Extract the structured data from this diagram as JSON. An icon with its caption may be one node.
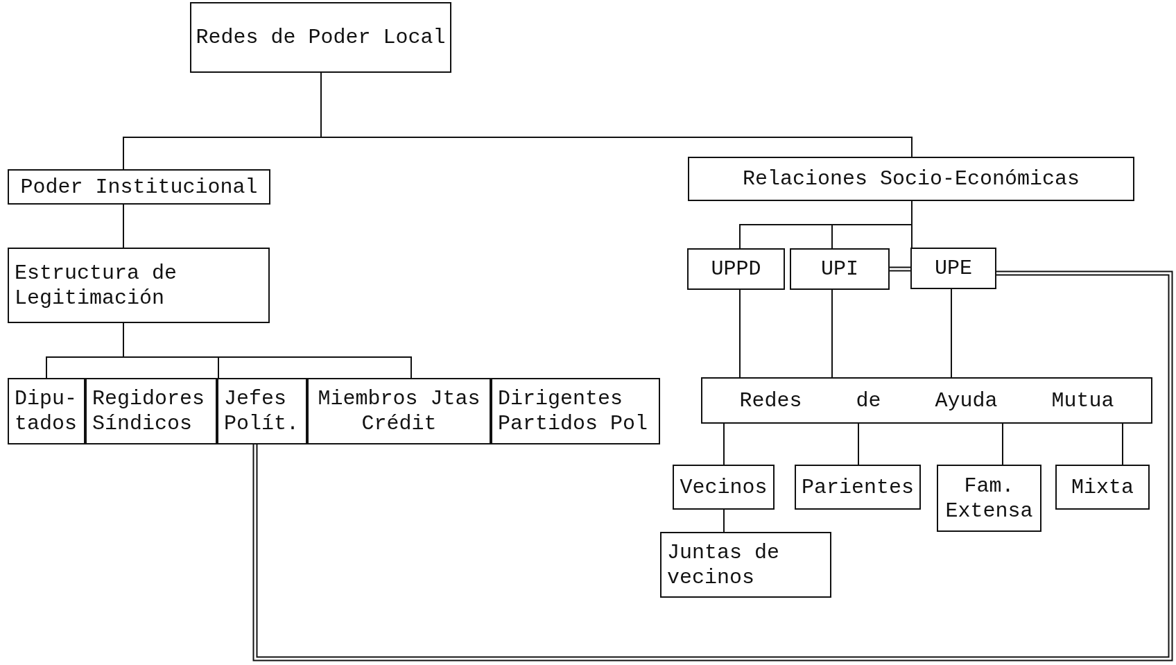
{
  "diagram": {
    "nodes": [
      {
        "text": [
          "Redes de Poder Local"
        ]
      },
      {
        "text": [
          "Poder Institucional"
        ]
      },
      {
        "text": [
          "Relaciones Socio-Económicas"
        ]
      },
      {
        "text": [
          "Estructura de Legitimación"
        ]
      },
      {
        "text": [
          "Dipu- tados"
        ]
      },
      {
        "text": [
          "Regidores Síndicos"
        ]
      },
      {
        "text": [
          "Jefes Polít."
        ]
      },
      {
        "text": [
          "Miembros Jtas Crédit"
        ]
      },
      {
        "text": [
          "Dirigentes Partidos Pol"
        ]
      },
      {
        "text": [
          "UPPD"
        ]
      },
      {
        "text": [
          "UPI"
        ]
      },
      {
        "text": [
          "UPE"
        ]
      },
      {
        "text": [
          "Redes de Ayuda Mutua"
        ]
      },
      {
        "text": [
          "Vecinos"
        ]
      },
      {
        "text": [
          "Parientes"
        ]
      },
      {
        "text": [
          "Fam. Extensa"
        ]
      },
      {
        "text": [
          "Mixta"
        ]
      },
      {
        "text": [
          "Juntas de vecinos"
        ]
      }
    ],
    "edges": [
      {
        "from": 0,
        "to": 1,
        "arrow": "none"
      },
      {
        "from": 0,
        "to": 2,
        "arrow": "none"
      },
      {
        "from": 1,
        "to": 3,
        "arrow": "none"
      },
      {
        "from": 3,
        "to": 4,
        "arrow": "none"
      },
      {
        "from": 3,
        "to": 6,
        "arrow": "none"
      },
      {
        "from": 3,
        "to": 7,
        "arrow": "none"
      },
      {
        "from": 2,
        "to": 9,
        "arrow": "none"
      },
      {
        "from": 2,
        "to": 10,
        "arrow": "none"
      },
      {
        "from": 2,
        "to": 11,
        "arrow": "none"
      },
      {
        "from": 9,
        "to": 12,
        "arrow": "none"
      },
      {
        "from": 10,
        "to": 12,
        "arrow": "none"
      },
      {
        "from": 11,
        "to": 12,
        "arrow": "none"
      },
      {
        "from": 12,
        "to": 13,
        "arrow": "none"
      },
      {
        "from": 12,
        "to": 14,
        "arrow": "none"
      },
      {
        "from": 12,
        "to": 15,
        "arrow": "none"
      },
      {
        "from": 12,
        "to": 16,
        "arrow": "none"
      },
      {
        "from": 13,
        "to": 17,
        "arrow": "none"
      },
      {
        "from": 10,
        "to": 11,
        "arrow": "none",
        "style": "thick"
      },
      {
        "from": 11,
        "to": 6,
        "arrow": "none",
        "style": "thick"
      }
    ]
  }
}
